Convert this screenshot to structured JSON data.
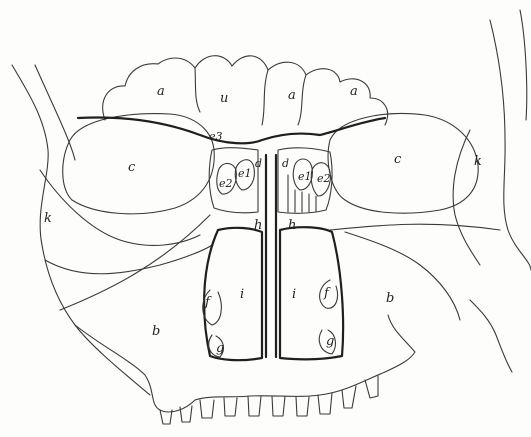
{
  "labels": {
    "a1": "a",
    "a2": "u",
    "a3": "a",
    "a4": "a",
    "c_left": "c",
    "c_right": "c",
    "k_left": "k",
    "k_right": "k",
    "e3": "e3",
    "d_left": "d",
    "d_right": "d",
    "e2_left": "e2",
    "e1_left": "e1",
    "e1_right": "e1",
    "e2_right": "e2",
    "h_left": "h",
    "h_right": "h",
    "i_left": "i",
    "i_right": "i",
    "f_left": "f",
    "f_right": "f",
    "g_left": "g",
    "g_right": "g",
    "b_left": "b",
    "b_right": "b"
  }
}
